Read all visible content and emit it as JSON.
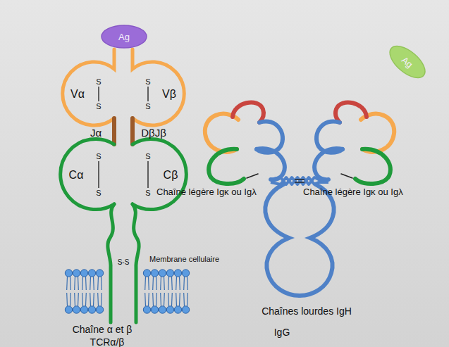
{
  "diagram": {
    "nodes": [
      {
        "text": [
          "Ag"
        ]
      },
      {
        "text": [
          "Ag"
        ]
      }
    ],
    "labels": [
      "Vα",
      "S",
      "S",
      "Vβ",
      "S",
      "S",
      "Jα",
      "DβJβ",
      "Cα",
      "S",
      "S",
      "Cβ",
      "S",
      "S",
      "S-S",
      "Membrane cellulaire",
      "Chaîne α et β",
      "TCRα/β",
      "Chaîne légère Igκ ou Igλ",
      "Chaîne légère Igκ ou Igλ",
      "Chaînes lourdes IgH",
      "IgG"
    ]
  }
}
